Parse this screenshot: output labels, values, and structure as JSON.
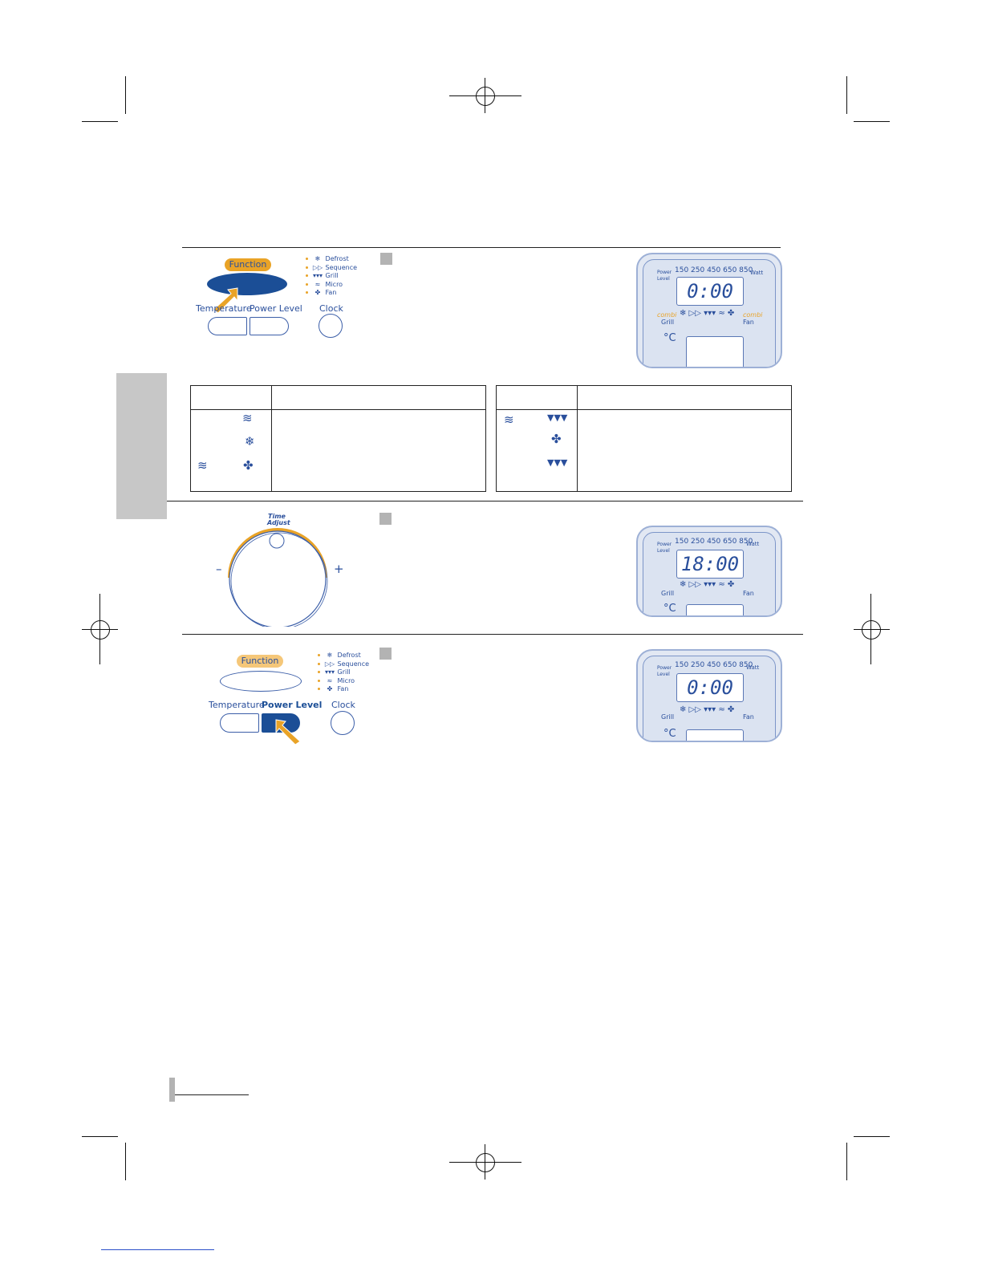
{
  "step1": {
    "function_label": "Function",
    "menu_items": [
      {
        "icon": "defrost-icon",
        "glyph": "❄",
        "label": "Defrost"
      },
      {
        "icon": "sequence-icon",
        "glyph": "▷▷",
        "label": "Sequence"
      },
      {
        "icon": "grill-icon",
        "glyph": "▾▾▾",
        "label": "Grill"
      },
      {
        "icon": "micro-icon",
        "glyph": "≈",
        "label": "Micro"
      },
      {
        "icon": "fan-icon",
        "glyph": "✤",
        "label": "Fan"
      }
    ],
    "temperature_label": "Temperature",
    "power_level_label": "Power Level",
    "clock_label": "Clock",
    "display": {
      "power_label": "Power Level",
      "levels": "150 250 450 650 850",
      "watt": "Watt",
      "time": "0:00",
      "combi_left": "combi",
      "combi_right": "combi",
      "grill": "Grill",
      "fan": "Fan",
      "temp_unit": "°C"
    }
  },
  "table_left": {
    "rows": [
      {
        "icons": [
          "micro-icon"
        ]
      },
      {
        "icons": [
          "defrost-icon"
        ]
      },
      {
        "icons": [
          "micro-icon",
          "fan-icon"
        ]
      }
    ]
  },
  "table_right": {
    "rows": [
      {
        "icons": [
          "micro-icon",
          "grill-icon"
        ]
      },
      {
        "icons": [
          "fan-icon"
        ]
      },
      {
        "icons": [
          "grill-icon"
        ]
      }
    ]
  },
  "step2": {
    "dial_title": "Time Adjust",
    "minus": "–",
    "plus": "+",
    "display": {
      "power_label": "Power Level",
      "levels": "150 250 450 650 850",
      "watt": "Watt",
      "time": "18:00",
      "grill": "Grill",
      "fan": "Fan",
      "temp_unit": "°C"
    }
  },
  "step3": {
    "function_label": "Function",
    "menu_items": [
      {
        "icon": "defrost-icon",
        "glyph": "❄",
        "label": "Defrost"
      },
      {
        "icon": "sequence-icon",
        "glyph": "▷▷",
        "label": "Sequence"
      },
      {
        "icon": "grill-icon",
        "glyph": "▾▾▾",
        "label": "Grill"
      },
      {
        "icon": "micro-icon",
        "glyph": "≈",
        "label": "Micro"
      },
      {
        "icon": "fan-icon",
        "glyph": "✤",
        "label": "Fan"
      }
    ],
    "temperature_label": "Temperature",
    "power_level_label": "Power Level",
    "clock_label": "Clock",
    "display": {
      "power_label": "Power Level",
      "levels": "150 250 450 650 850",
      "watt": "Watt",
      "time": "0:00",
      "grill": "Grill",
      "fan": "Fan",
      "temp_unit": "°C"
    }
  },
  "colors": {
    "accent": "#e9a327",
    "brand_blue": "#1b4e96",
    "text_blue": "#2a4f9c",
    "tab_gray": "#c7c7c7"
  }
}
